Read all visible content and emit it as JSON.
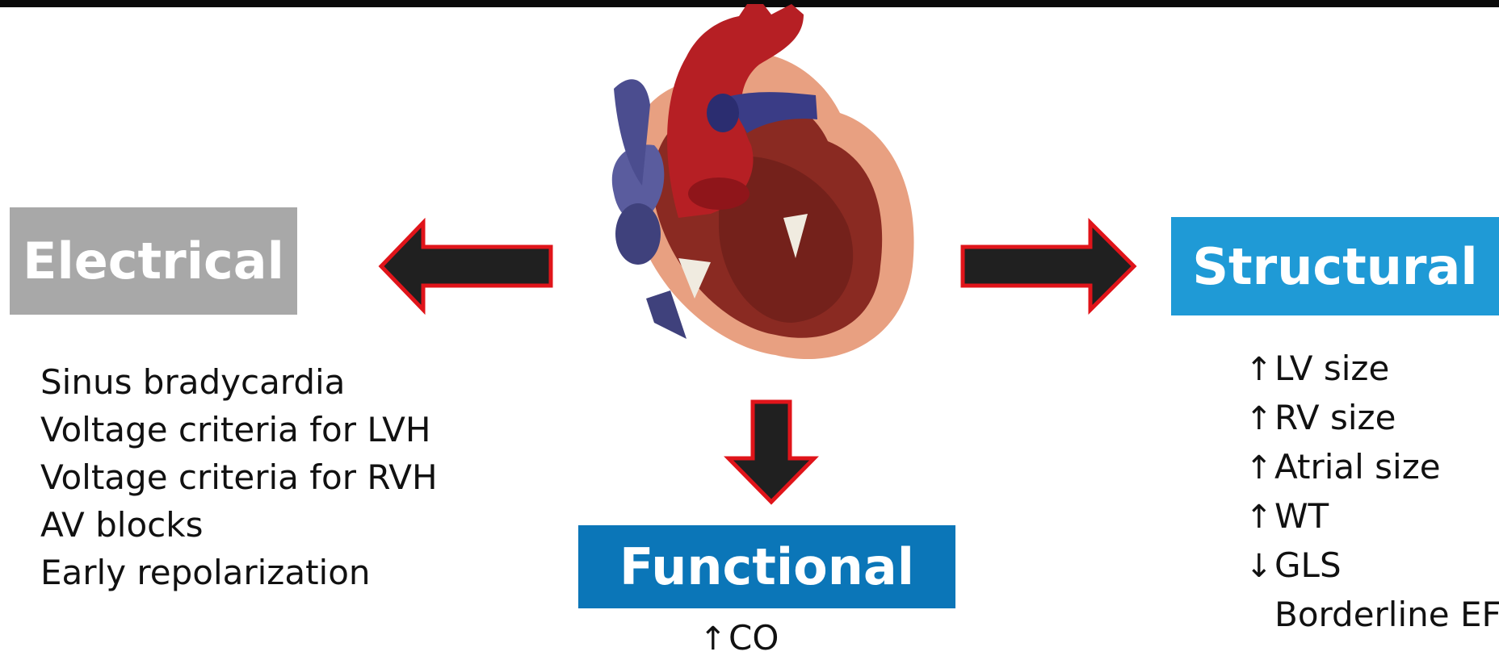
{
  "colors": {
    "electrical": "#a8a8a8",
    "structural": "#1f9ad6",
    "functional": "#0b76b8",
    "arrow_fill": "#202020",
    "arrow_outline": "#e0141a"
  },
  "nodes": {
    "electrical": {
      "title": "Electrical",
      "items": [
        "Sinus bradycardia",
        "Voltage criteria for LVH",
        "Voltage criteria for RVH",
        "AV blocks",
        "Early repolarization"
      ]
    },
    "structural": {
      "title": "Structural",
      "items": [
        {
          "arrow": "↑",
          "text": "LV size"
        },
        {
          "arrow": "↑",
          "text": "RV size"
        },
        {
          "arrow": "↑",
          "text": "Atrial size"
        },
        {
          "arrow": "↑",
          "text": "WT"
        },
        {
          "arrow": "↓",
          "text": "GLS"
        },
        {
          "arrow": "",
          "text": "Borderline EF"
        }
      ]
    },
    "functional": {
      "title": "Functional",
      "items": [
        {
          "arrow": "↑",
          "text": "CO"
        }
      ]
    }
  },
  "icons": {
    "center": "heart-anatomy-icon",
    "arrows": [
      "arrow-left-icon",
      "arrow-right-icon",
      "arrow-down-icon"
    ]
  }
}
